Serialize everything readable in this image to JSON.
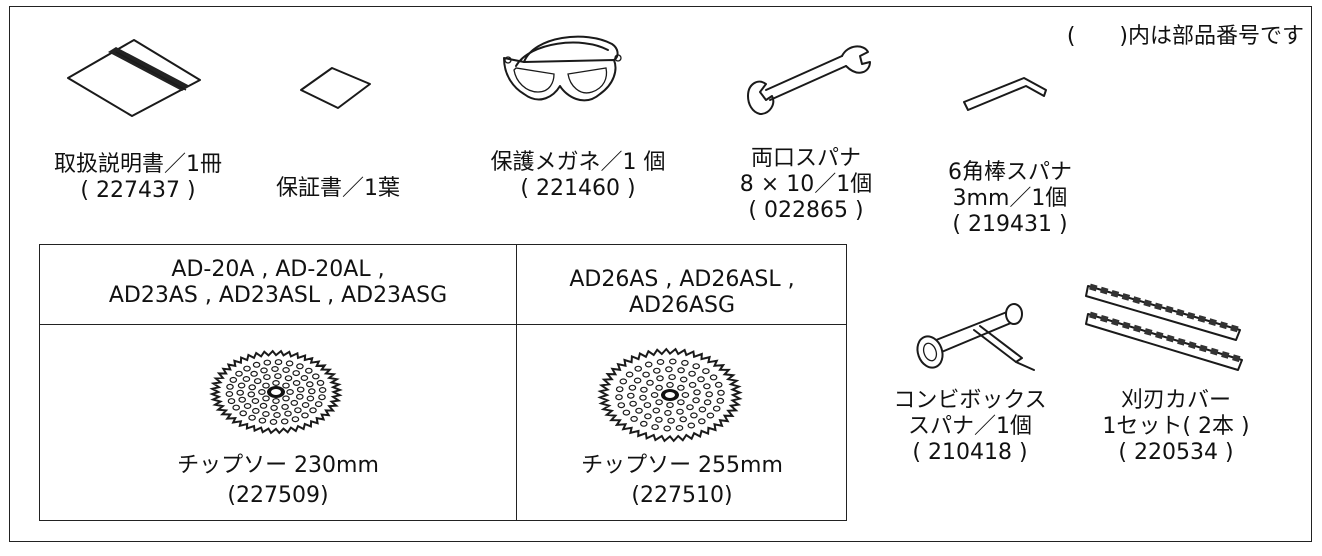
{
  "note": "(　　)内は部品番号です",
  "items": [
    {
      "lines": [
        "取扱説明書／1冊",
        "( 227437 )"
      ]
    },
    {
      "lines": [
        "保証書／1葉"
      ]
    },
    {
      "lines": [
        "保護メガネ／1 個",
        "(  221460  )"
      ]
    },
    {
      "lines": [
        "両口スパナ",
        "8 × 10／1個",
        "( 022865 )"
      ]
    },
    {
      "lines": [
        "6角棒スパナ",
        "3mm／1個",
        "( 219431 )"
      ]
    },
    {
      "lines": [
        "コンビボックス",
        "スパナ／1個",
        "(  210418 )"
      ]
    },
    {
      "lines": [
        "刈刃カバー",
        "1セット( 2本 )",
        "( 220534 )"
      ]
    }
  ],
  "blade_table": {
    "columns": [
      {
        "models": [
          "AD-20A , AD-20AL ,",
          "AD23AS , AD23ASL , AD23ASG"
        ],
        "blade": "チップソー  230mm",
        "part": "(227509)"
      },
      {
        "models": [
          "AD26AS , AD26ASL ,",
          "AD26ASG"
        ],
        "blade": "チップソー  255mm",
        "part": "(227510)"
      }
    ]
  },
  "icons": [
    "manual-icon",
    "warranty-card-icon",
    "goggles-icon",
    "double-end-wrench-icon",
    "hex-key-icon",
    "chip-saw-blade-icon",
    "box-spanner-icon",
    "blade-cover-icon"
  ]
}
